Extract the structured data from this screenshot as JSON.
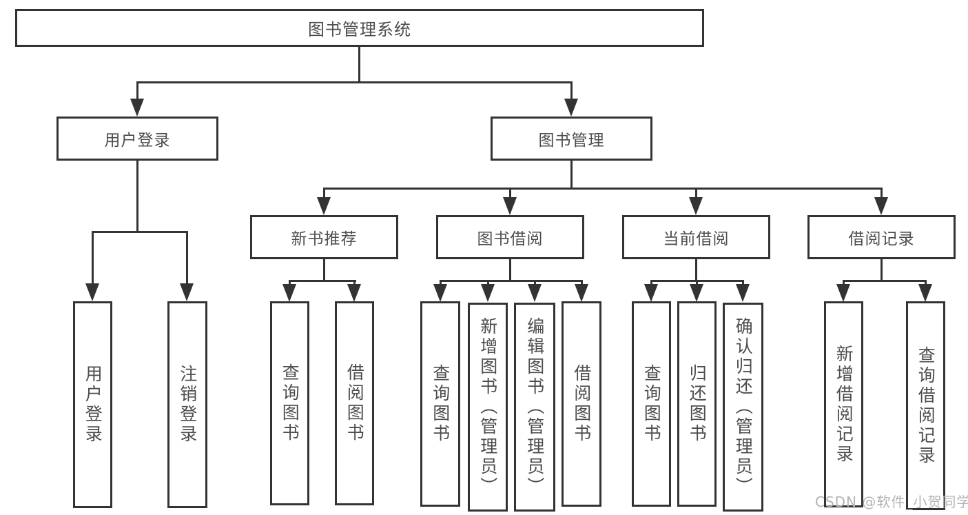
{
  "diagram": {
    "root": {
      "label": "图书管理系统"
    },
    "user_branch": {
      "label": "用户登录",
      "children": [
        {
          "label": "用户登录"
        },
        {
          "label": "注销登录"
        }
      ]
    },
    "book_branch": {
      "label": "图书管理",
      "sections": [
        {
          "label": "新书推荐",
          "children": [
            {
              "label": "查询图书"
            },
            {
              "label": "借阅图书"
            }
          ]
        },
        {
          "label": "图书借阅",
          "children": [
            {
              "label": "查询图书"
            },
            {
              "label": "新增图书（管理员）"
            },
            {
              "label": "编辑图书（管理员）"
            },
            {
              "label": "借阅图书"
            }
          ]
        },
        {
          "label": "当前借阅",
          "children": [
            {
              "label": "查询图书"
            },
            {
              "label": "归还图书"
            },
            {
              "label": "确认归还（管理员）"
            }
          ]
        },
        {
          "label": "借阅记录",
          "children": [
            {
              "label": "新增借阅记录"
            },
            {
              "label": "查询借阅记录"
            }
          ]
        }
      ]
    }
  },
  "watermark": {
    "text": "CSDN @软件_小贺同学"
  },
  "colors": {
    "line": "#333333",
    "text": "#4d4d4d",
    "watermark": "#b3b3b3",
    "background": "#ffffff"
  }
}
